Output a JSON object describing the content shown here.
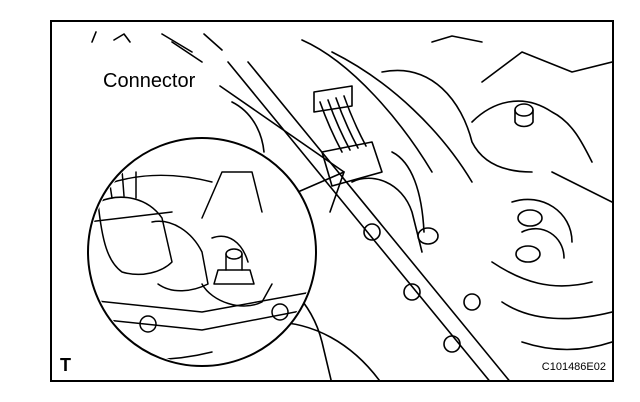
{
  "figure": {
    "callout_label": "Connector",
    "corner_mark": "T",
    "figure_code": "C101486E02"
  },
  "icons": [
    "connector-illustration",
    "magnifier-circle",
    "bolt-icon",
    "wiring-harness"
  ],
  "colors": {
    "line": "#000000",
    "background": "#ffffff"
  }
}
